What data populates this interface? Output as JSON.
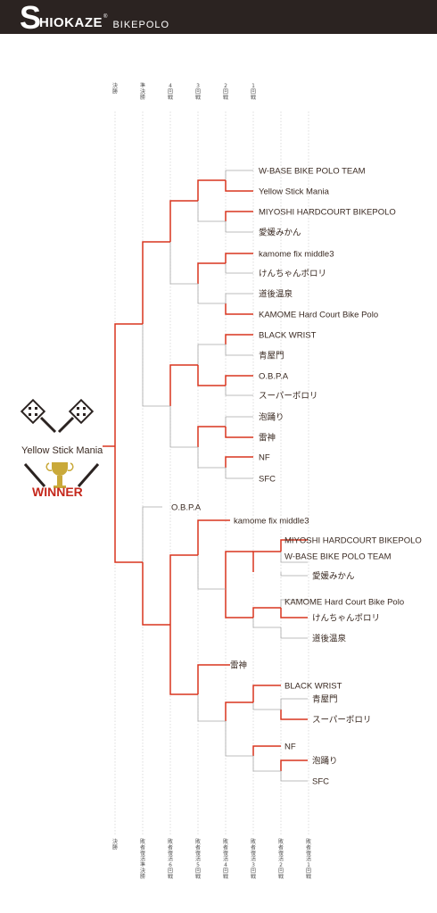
{
  "header": {
    "logo_letter": "S",
    "logo_rest": "HIOKAZE",
    "logo_sup": "®",
    "logo_sub": "BIKEPOLO"
  },
  "top_rounds": [
    "決勝",
    "準決勝",
    "4回戦",
    "3回戦",
    "2回戦",
    "1回戦"
  ],
  "bottom_rounds": [
    "決勝",
    "敗者復活準決勝",
    "敗者復活6回戦",
    "敗者復活5回戦",
    "敗者復活4回戦",
    "敗者復活3回戦",
    "敗者復活2回戦",
    "敗者復活1回戦"
  ],
  "winner": {
    "name": "Yellow Stick Mania",
    "badge": "WINNER"
  },
  "main_bracket": [
    "W-BASE BIKE POLO TEAM",
    "Yellow Stick Mania",
    "MIYOSHI HARDCOURT BIKEPOLO",
    "愛媛みかん",
    "kamome fix middle3",
    "けんちゃんポロリ",
    "道後温泉",
    "KAMOME Hard Court Bike Polo",
    "BLACK WRIST",
    "青屋門",
    "O.B.P.A",
    "スーパーポロリ",
    "泡踊り",
    "雷神",
    "NF",
    "SFC"
  ],
  "repechage_bracket": {
    "bye_team": "O.B.P.A",
    "upper": [
      "kamome fix middle3",
      "MIYOSHI HARDCOURT BIKEPOLO",
      "W-BASE BIKE POLO TEAM",
      "愛媛みかん",
      "KAMOME Hard Court Bike Polo",
      "けんちゃんポロリ",
      "道後温泉"
    ],
    "lower": [
      "雷神",
      "BLACK WRIST",
      "青屋門",
      "スーパーポロリ",
      "NF",
      "泡踊り",
      "SFC"
    ]
  },
  "colors": {
    "win_line": "#d9351f",
    "lose_line": "#a8a8a8",
    "header_bg": "#2b2321",
    "trophy": "#c9a93a"
  }
}
